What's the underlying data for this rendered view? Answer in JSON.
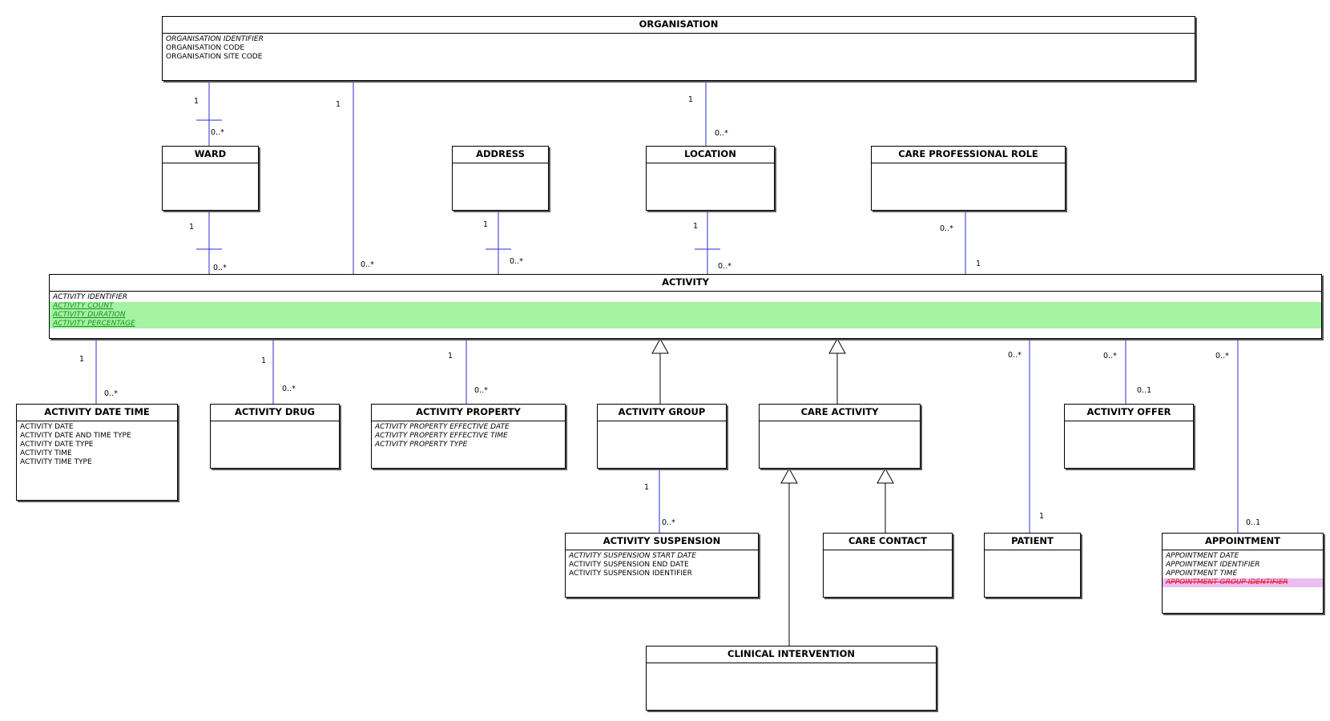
{
  "classes": {
    "organisation": {
      "name": "ORGANISATION",
      "attributes": [
        {
          "text": "ORGANISATION IDENTIFIER",
          "style": "italic"
        },
        {
          "text": "ORGANISATION CODE",
          "style": "normal"
        },
        {
          "text": "ORGANISATION SITE CODE",
          "style": "normal"
        }
      ]
    },
    "ward": {
      "name": "WARD",
      "attributes": []
    },
    "address": {
      "name": "ADDRESS",
      "attributes": []
    },
    "location": {
      "name": "LOCATION",
      "attributes": []
    },
    "care_professional_role": {
      "name": "CARE PROFESSIONAL ROLE",
      "attributes": []
    },
    "activity": {
      "name": "ACTIVITY",
      "attributes": [
        {
          "text": "ACTIVITY IDENTIFIER",
          "style": "italic"
        },
        {
          "text": "ACTIVITY COUNT",
          "style": "added"
        },
        {
          "text": "ACTIVITY DURATION",
          "style": "added"
        },
        {
          "text": "ACTIVITY PERCENTAGE",
          "style": "added"
        }
      ]
    },
    "activity_date_time": {
      "name": "ACTIVITY DATE TIME",
      "attributes": [
        {
          "text": "ACTIVITY DATE",
          "style": "normal"
        },
        {
          "text": "ACTIVITY DATE AND TIME TYPE",
          "style": "normal"
        },
        {
          "text": "ACTIVITY DATE TYPE",
          "style": "normal"
        },
        {
          "text": "ACTIVITY TIME",
          "style": "normal"
        },
        {
          "text": "ACTIVITY TIME TYPE",
          "style": "normal"
        }
      ]
    },
    "activity_drug": {
      "name": "ACTIVITY DRUG",
      "attributes": []
    },
    "activity_property": {
      "name": "ACTIVITY PROPERTY",
      "attributes": [
        {
          "text": "ACTIVITY PROPERTY EFFECTIVE DATE",
          "style": "italic"
        },
        {
          "text": "ACTIVITY PROPERTY EFFECTIVE TIME",
          "style": "italic"
        },
        {
          "text": "ACTIVITY PROPERTY TYPE",
          "style": "italic"
        }
      ]
    },
    "activity_group": {
      "name": "ACTIVITY GROUP",
      "attributes": []
    },
    "care_activity": {
      "name": "CARE ACTIVITY",
      "attributes": []
    },
    "activity_offer": {
      "name": "ACTIVITY OFFER",
      "attributes": []
    },
    "activity_suspension": {
      "name": "ACTIVITY SUSPENSION",
      "attributes": [
        {
          "text": "ACTIVITY SUSPENSION START DATE",
          "style": "italic"
        },
        {
          "text": "ACTIVITY SUSPENSION END DATE",
          "style": "normal"
        },
        {
          "text": "ACTIVITY SUSPENSION IDENTIFIER",
          "style": "normal"
        }
      ]
    },
    "care_contact": {
      "name": "CARE CONTACT",
      "attributes": []
    },
    "patient": {
      "name": "PATIENT",
      "attributes": []
    },
    "appointment": {
      "name": "APPOINTMENT",
      "attributes": [
        {
          "text": "APPOINTMENT DATE",
          "style": "italic"
        },
        {
          "text": "APPOINTMENT IDENTIFIER",
          "style": "italic"
        },
        {
          "text": "APPOINTMENT TIME",
          "style": "italic"
        },
        {
          "text": "APPOINTMENT GROUP IDENTIFIER",
          "style": "removed"
        }
      ]
    },
    "clinical_intervention": {
      "name": "CLINICAL INTERVENTION",
      "attributes": []
    }
  },
  "associations": [
    {
      "from": "organisation",
      "to": "ward",
      "from_mult": "1",
      "to_mult": "0..*",
      "bar": true
    },
    {
      "from": "organisation",
      "to": "activity",
      "from_mult": "1",
      "to_mult": "0..*",
      "bar": false
    },
    {
      "from": "organisation",
      "to": "location",
      "from_mult": "1",
      "to_mult": "0..*",
      "bar": false
    },
    {
      "from": "ward",
      "to": "activity",
      "from_mult": "1",
      "to_mult": "0..*",
      "bar": true
    },
    {
      "from": "address",
      "to": "activity",
      "from_mult": "1",
      "to_mult": "0..*",
      "bar": true
    },
    {
      "from": "location",
      "to": "activity",
      "from_mult": "1",
      "to_mult": "0..*",
      "bar": true
    },
    {
      "from": "care_professional_role",
      "to": "activity",
      "from_mult": "0..*",
      "to_mult": "1",
      "bar": false
    },
    {
      "from": "activity",
      "to": "activity_date_time",
      "from_mult": "1",
      "to_mult": "0..*",
      "bar": false
    },
    {
      "from": "activity",
      "to": "activity_drug",
      "from_mult": "1",
      "to_mult": "0..*",
      "bar": false
    },
    {
      "from": "activity",
      "to": "activity_property",
      "from_mult": "1",
      "to_mult": "0..*",
      "bar": false
    },
    {
      "from": "activity",
      "to": "patient",
      "from_mult": "0..*",
      "to_mult": "1",
      "bar": false
    },
    {
      "from": "activity",
      "to": "activity_offer",
      "from_mult": "0..*",
      "to_mult": "0..1",
      "bar": false
    },
    {
      "from": "activity",
      "to": "appointment",
      "from_mult": "0..*",
      "to_mult": "0..1",
      "bar": false
    },
    {
      "from": "activity_group",
      "to": "activity_suspension",
      "from_mult": "1",
      "to_mult": "0..*",
      "bar": false
    }
  ],
  "generalizations": [
    {
      "child": "activity_group",
      "parent": "activity"
    },
    {
      "child": "care_activity",
      "parent": "activity"
    },
    {
      "child": "clinical_intervention",
      "parent": "care_activity"
    },
    {
      "child": "care_contact",
      "parent": "care_activity"
    }
  ],
  "colors": {
    "association": "#2b2bd6",
    "line": "#000000",
    "added_bg": "#a3f3a3",
    "added_text": "#1a8f1a",
    "removed_bg": "#ecbdf0",
    "removed_text": "#e0142c"
  }
}
